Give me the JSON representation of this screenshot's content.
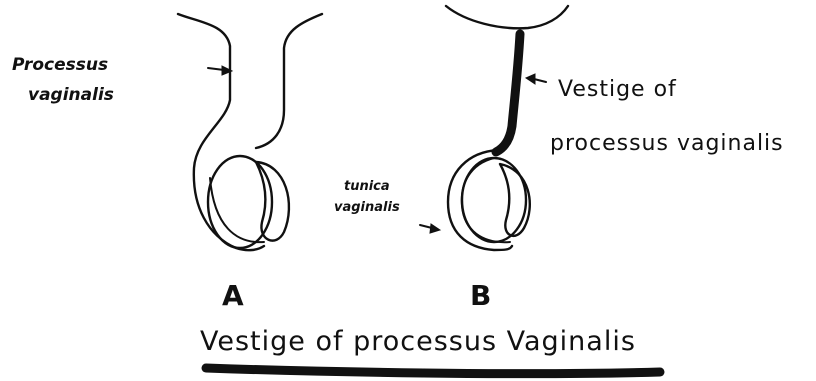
{
  "panel_a": {
    "label": "A",
    "annotation_line1": "Processus",
    "annotation_line2": "vaginalis"
  },
  "panel_b": {
    "label": "B",
    "annotation_right_line1": "Vestige of",
    "annotation_right_line2": "processus vaginalis",
    "annotation_left_line1": "tunica",
    "annotation_left_line2": "vaginalis"
  },
  "caption": {
    "title": "Vestige of processus Vaginalis"
  }
}
